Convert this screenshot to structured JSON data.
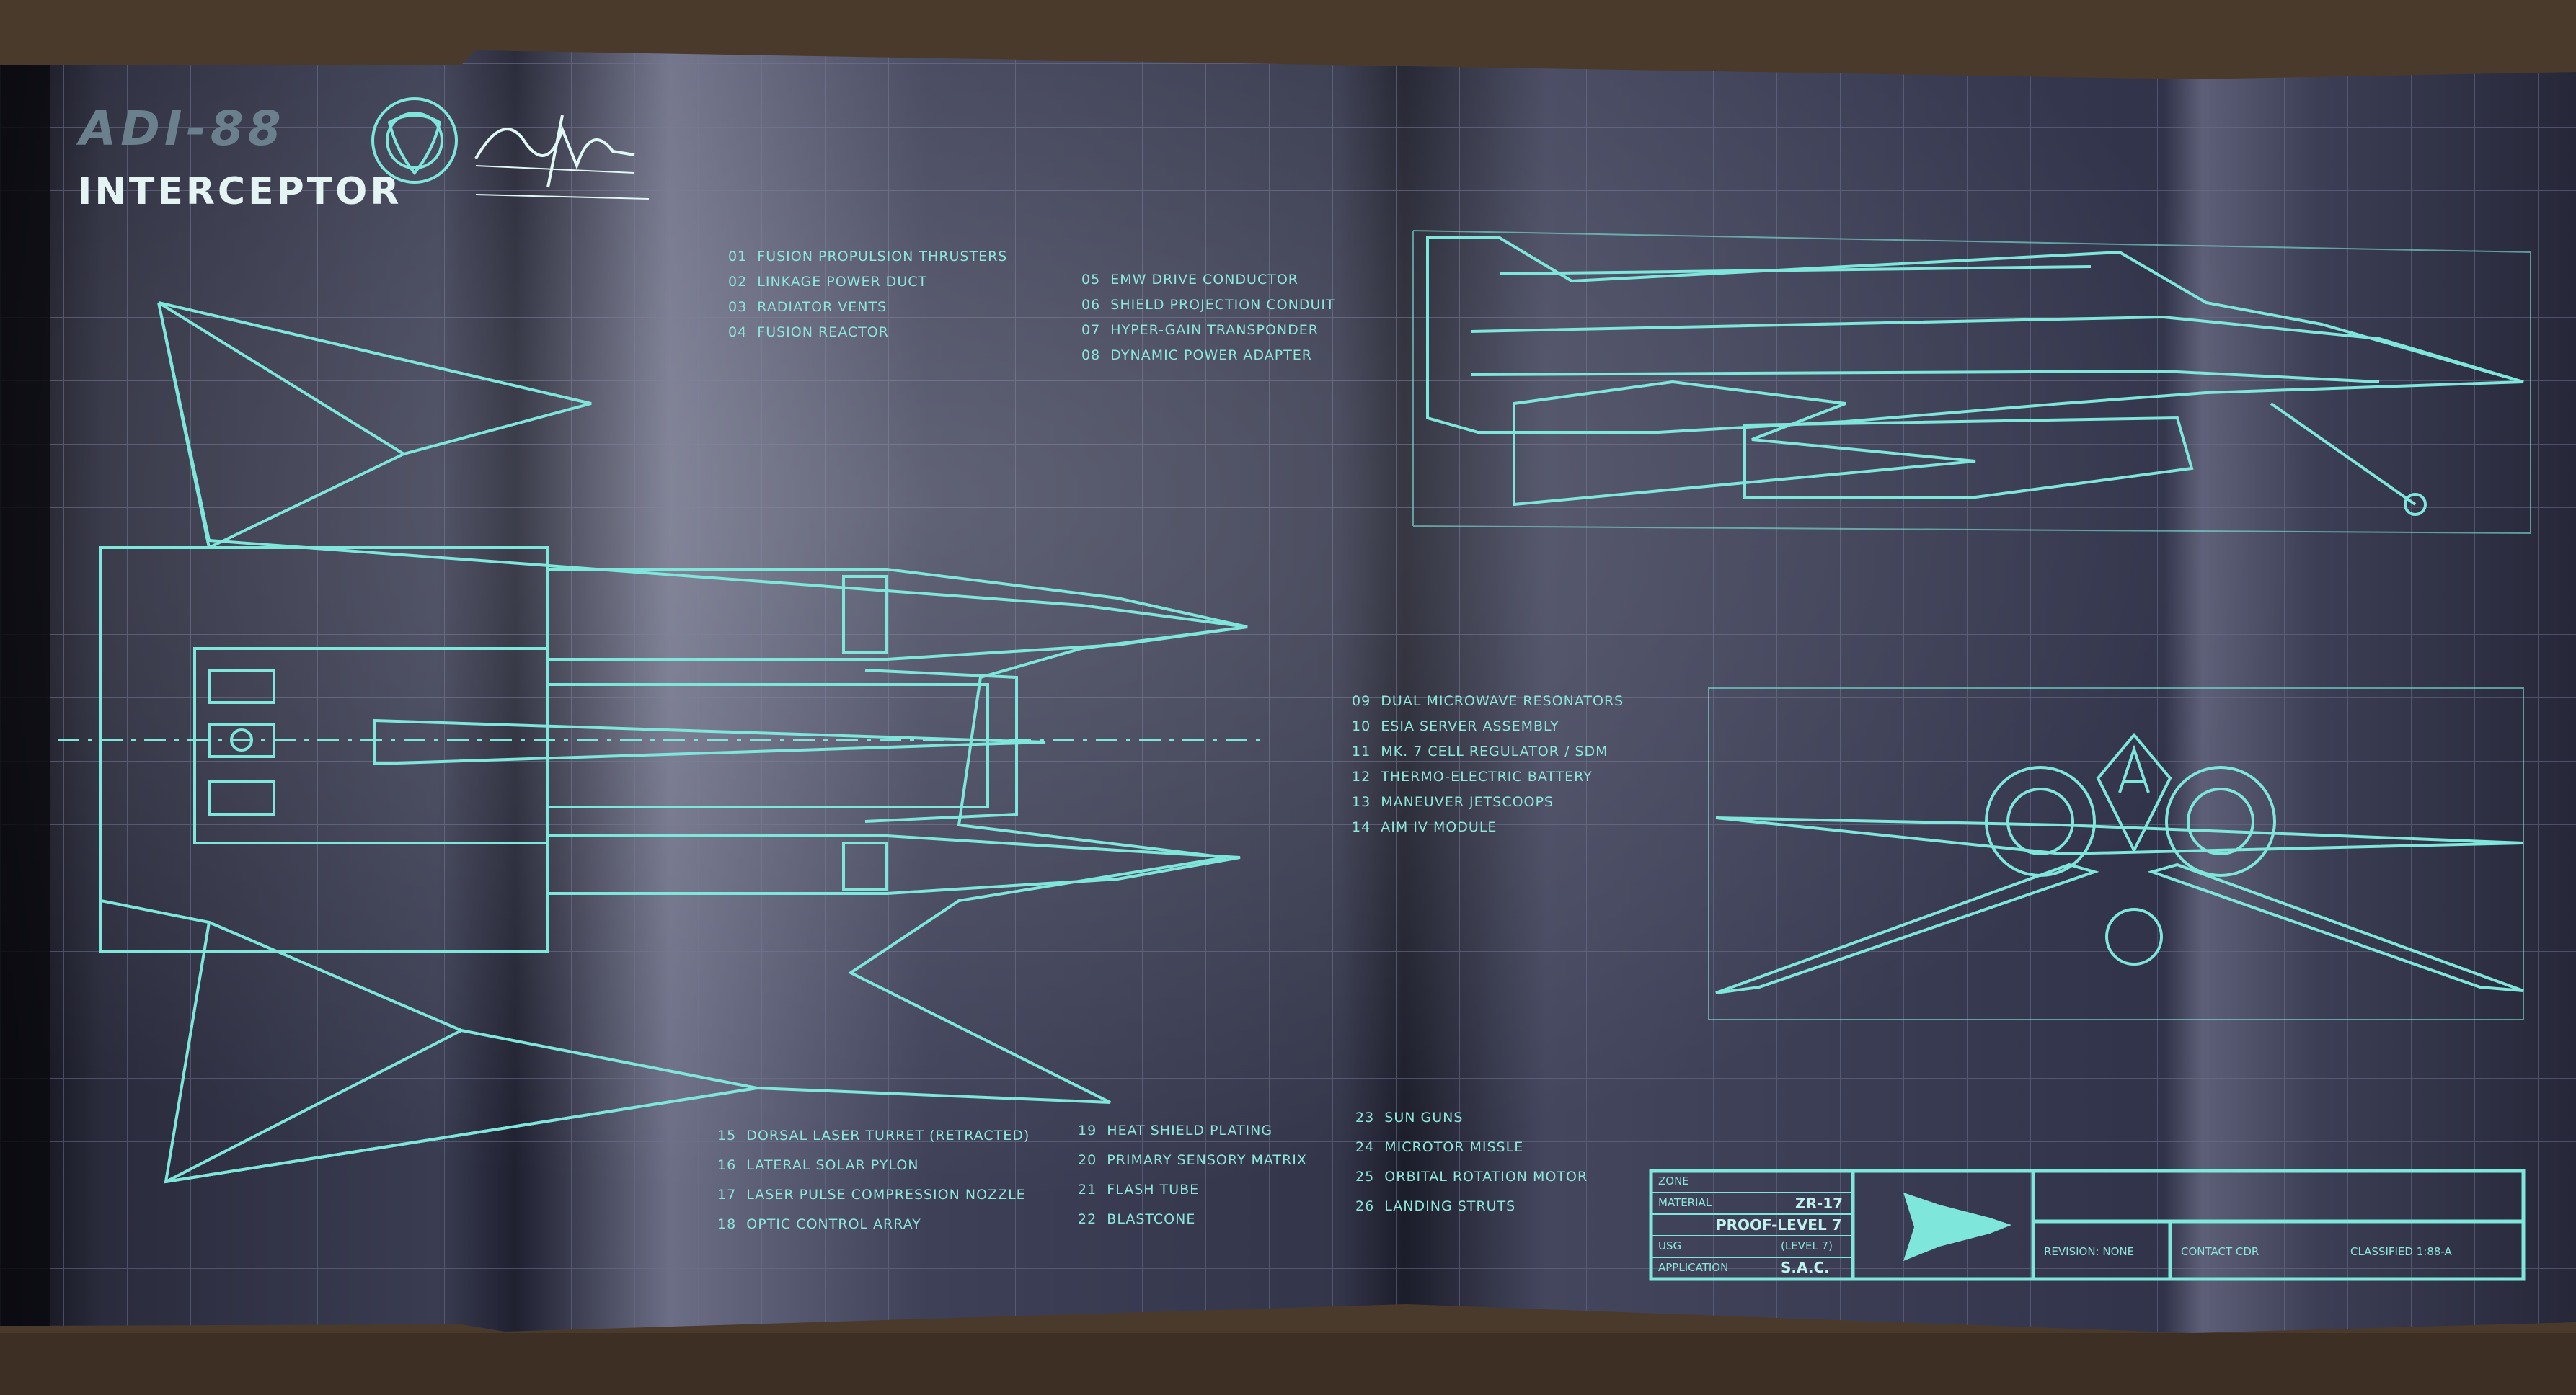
{
  "header": {
    "title": "ADI-88",
    "subtitle": "INTERCEPTOR"
  },
  "legend": {
    "group_a": [
      {
        "num": "01",
        "text": "FUSION PROPULSION THRUSTERS"
      },
      {
        "num": "02",
        "text": "LINKAGE POWER DUCT"
      },
      {
        "num": "03",
        "text": "RADIATOR VENTS"
      },
      {
        "num": "04",
        "text": "FUSION REACTOR"
      }
    ],
    "group_b": [
      {
        "num": "05",
        "text": "EMW DRIVE CONDUCTOR"
      },
      {
        "num": "06",
        "text": "SHIELD PROJECTION CONDUIT"
      },
      {
        "num": "07",
        "text": "HYPER-GAIN TRANSPONDER"
      },
      {
        "num": "08",
        "text": "DYNAMIC POWER ADAPTER"
      }
    ],
    "group_c": [
      {
        "num": "09",
        "text": "DUAL MICROWAVE RESONATORS"
      },
      {
        "num": "10",
        "text": "ESIA SERVER ASSEMBLY"
      },
      {
        "num": "11",
        "text": "MK. 7 CELL REGULATOR / SDM"
      },
      {
        "num": "12",
        "text": "THERMO-ELECTRIC BATTERY"
      },
      {
        "num": "13",
        "text": "MANEUVER JETSCOOPS"
      },
      {
        "num": "14",
        "text": "AIM IV MODULE"
      }
    ],
    "group_d": [
      {
        "num": "15",
        "text": "DORSAL LASER TURRET (RETRACTED)"
      },
      {
        "num": "16",
        "text": "LATERAL SOLAR PYLON"
      },
      {
        "num": "17",
        "text": "LASER PULSE COMPRESSION NOZZLE"
      },
      {
        "num": "18",
        "text": "OPTIC CONTROL ARRAY"
      }
    ],
    "group_e": [
      {
        "num": "19",
        "text": "HEAT SHIELD PLATING"
      },
      {
        "num": "20",
        "text": "PRIMARY SENSORY MATRIX"
      },
      {
        "num": "21",
        "text": "FLASH TUBE"
      },
      {
        "num": "22",
        "text": "BLASTCONE"
      }
    ],
    "group_f": [
      {
        "num": "23",
        "text": "SUN GUNS"
      },
      {
        "num": "24",
        "text": "MICROTOR MISSLE"
      },
      {
        "num": "25",
        "text": "ORBITAL ROTATION MOTOR"
      },
      {
        "num": "26",
        "text": "LANDING STRUTS"
      }
    ]
  },
  "title_block": {
    "row1_label": "ZONE",
    "row2_label": "MATERIAL",
    "row2_value": "ZR-17",
    "row3_value": "PROOF-LEVEL 7",
    "row4_label": "USG",
    "row4_value": "(LEVEL 7)",
    "row5_label": "APPLICATION",
    "row5_value": "S.A.C.",
    "revision": "REVISION: NONE",
    "contact": "CONTACT CDR",
    "classified": "CLASSIFIED 1:88-A"
  },
  "colors": {
    "line": "#7fe6dc",
    "bright": "#bff3ec",
    "paper": "#2b2c3f",
    "table": "#4a3a2c"
  },
  "icons": [
    "emblem-icon",
    "signature-icon",
    "ship-silhouette-icon"
  ]
}
